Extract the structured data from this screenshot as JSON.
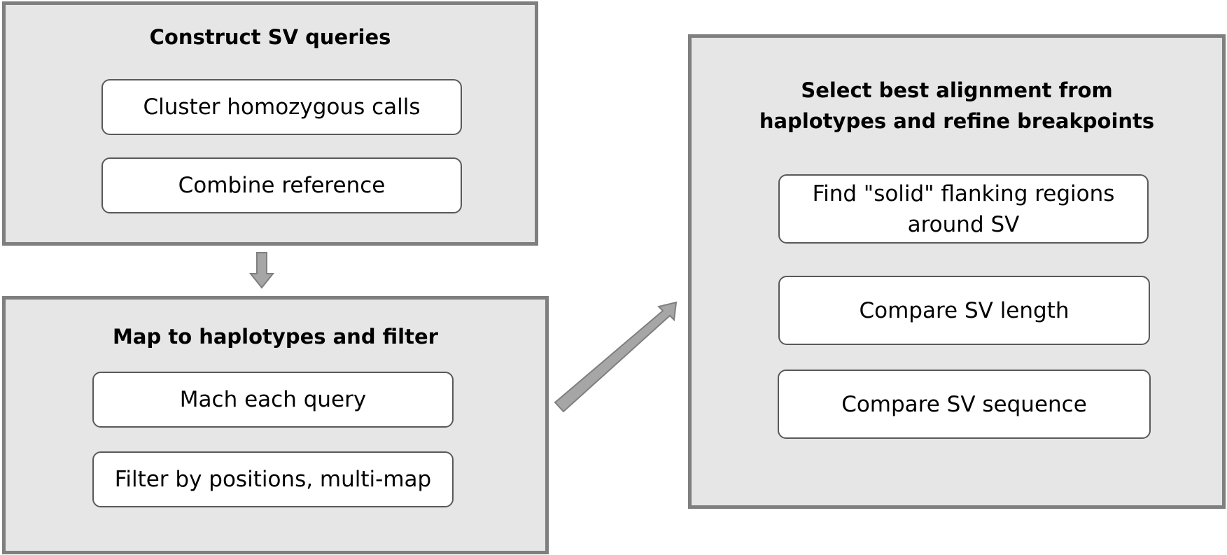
{
  "colors": {
    "panel_fill": "#e6e6e6",
    "panel_border": "#7f7f7f",
    "step_fill": "#ffffff",
    "step_border": "#595959",
    "arrow_fill": "#a6a6a6",
    "arrow_stroke": "#7f7f7f"
  },
  "panels": [
    {
      "title": "Construct SV queries",
      "steps": [
        "Cluster homozygous calls",
        "Combine reference"
      ]
    },
    {
      "title": "Map to haplotypes and filter",
      "steps": [
        "Mach each query",
        "Filter by positions, multi-map"
      ]
    },
    {
      "title": "Select best alignment from\nhaplotypes and refine breakpoints",
      "steps": [
        "Find \"solid\" flanking regions\naround SV",
        "Compare SV length",
        "Compare SV sequence"
      ]
    }
  ],
  "arrows": [
    {
      "from": "Construct SV queries",
      "to": "Map to haplotypes and filter",
      "direction": "down"
    },
    {
      "from": "Map to haplotypes and filter",
      "to": "Select best alignment from haplotypes and refine breakpoints",
      "direction": "up-right"
    }
  ]
}
